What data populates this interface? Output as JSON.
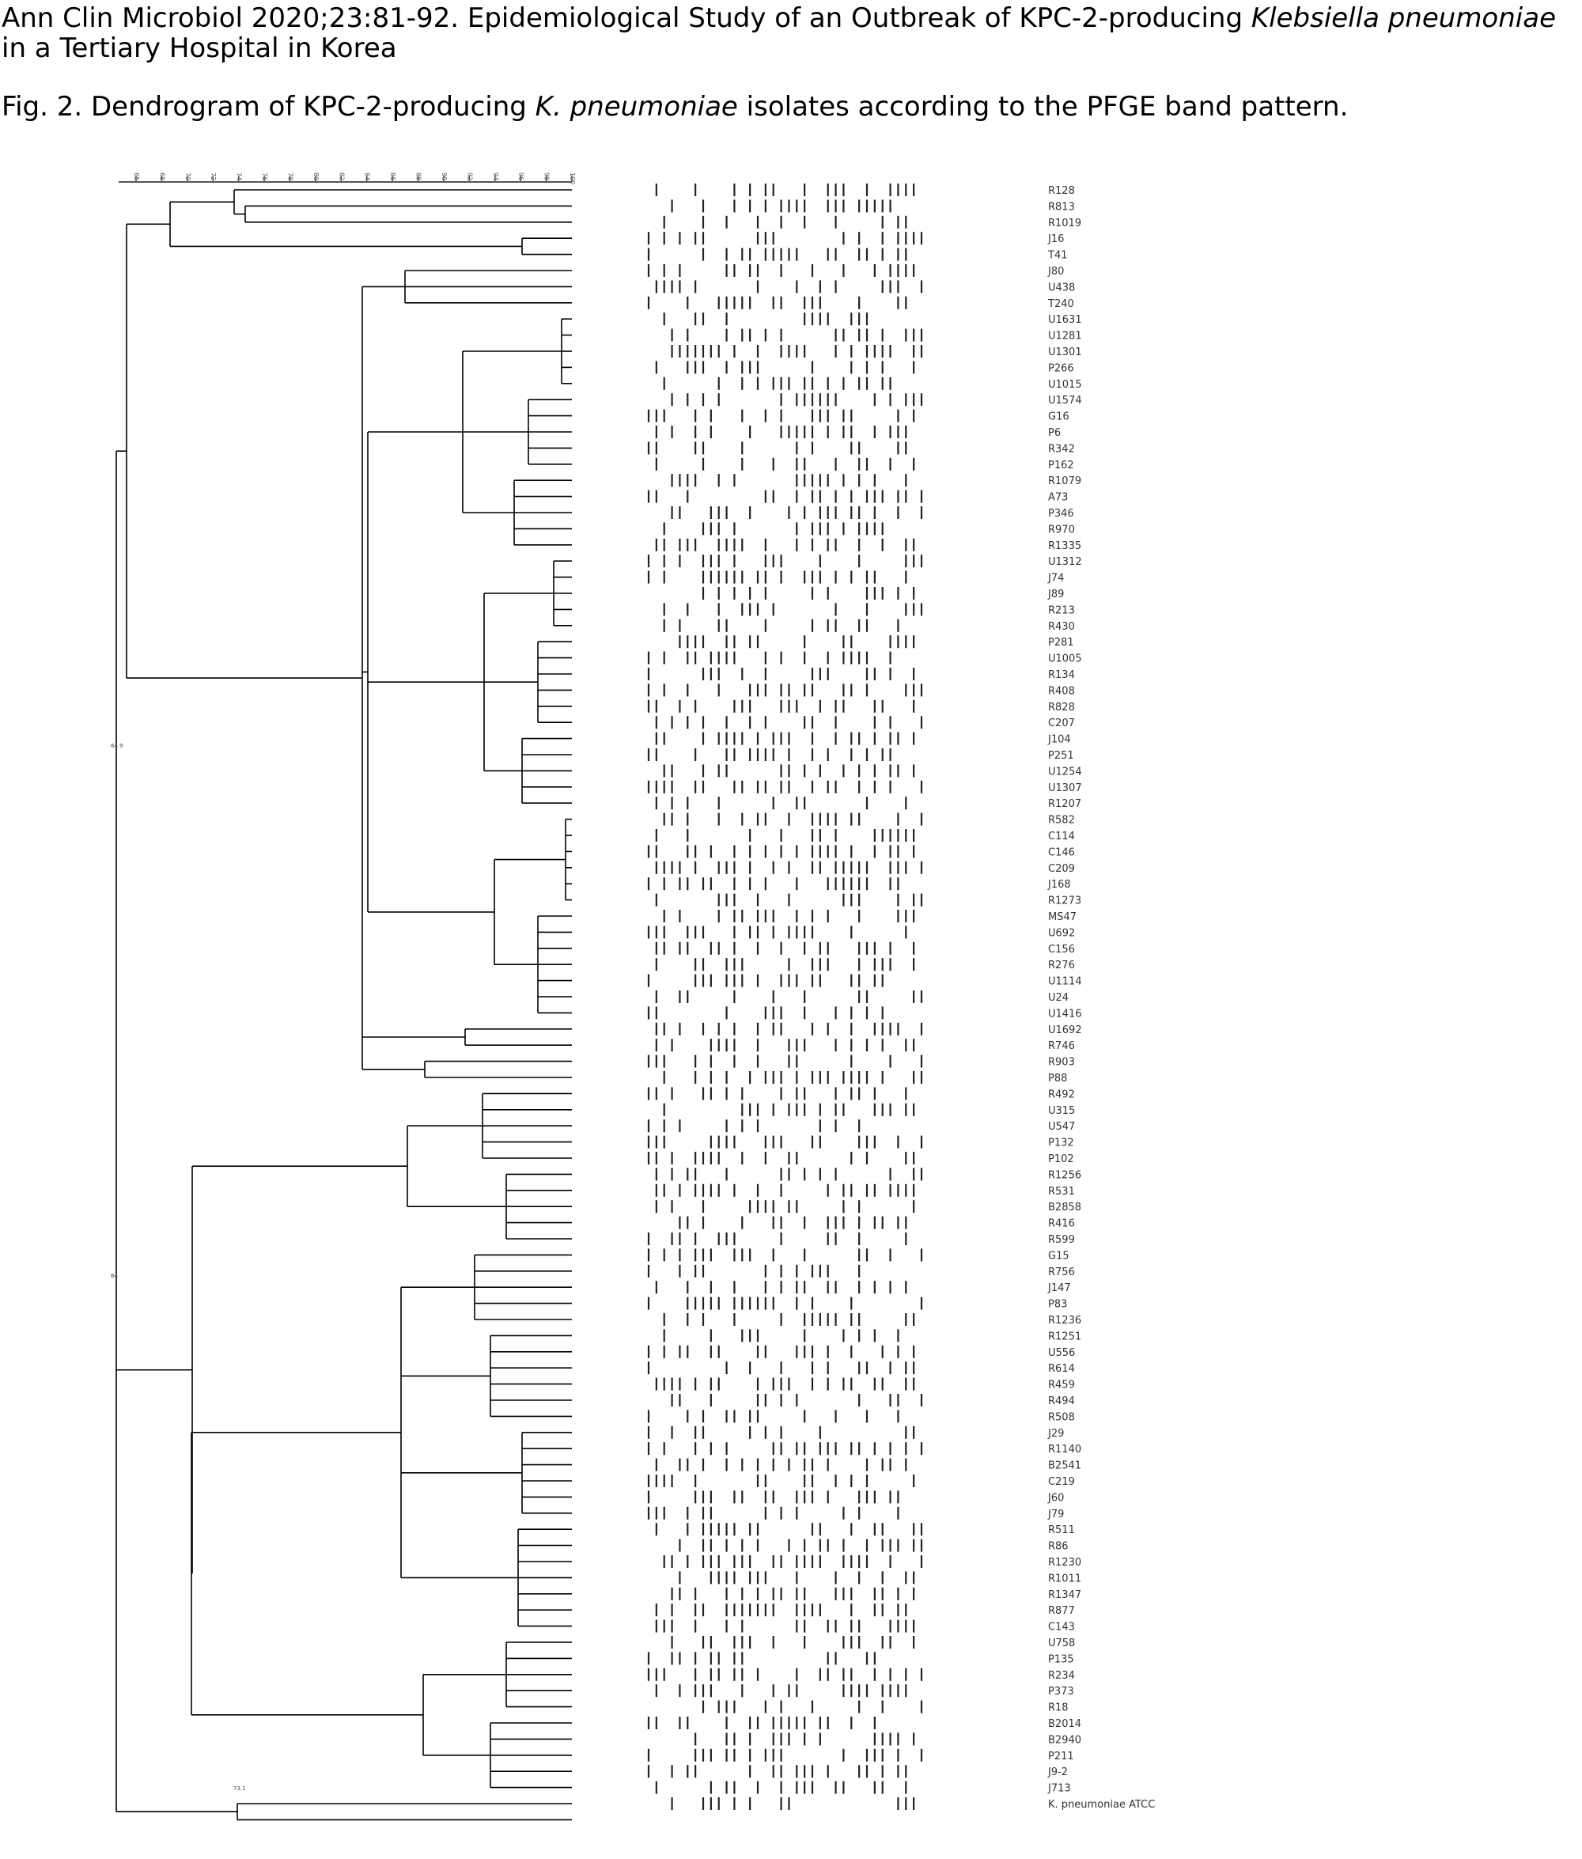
{
  "citation": {
    "prefix": "Ann Clin Microbiol 2020;23:81-92. Epidemiological Study of an Outbreak of KPC-2-producing ",
    "organism": "Klebsiella pneumoniae",
    "suffix": " in a Tertiary Hospital in Korea"
  },
  "caption": {
    "prefix": "Fig. 2. Dendrogram of KPC-2-producing ",
    "organism": "K. pneumoniae",
    "suffix": " isolates according to the PFGE band pattern."
  },
  "figure": {
    "scale_ticks": [
      "65",
      "68",
      "70",
      "72",
      "74",
      "76",
      "78",
      "80",
      "82",
      "84",
      "86",
      "88",
      "90",
      "92",
      "94",
      "96",
      "98",
      "100"
    ],
    "root_nodes": [
      "64.9",
      "64",
      "73.1"
    ],
    "isolates": [
      "R128",
      "R813",
      "R1019",
      "J16",
      "T41",
      "J80",
      "U438",
      "T240",
      "U1631",
      "U1281",
      "U1301",
      "P266",
      "U1015",
      "U1574",
      "G16",
      "P6",
      "R342",
      "P162",
      "R1079",
      "A73",
      "P346",
      "R970",
      "R1335",
      "U1312",
      "J74",
      "J89",
      "R213",
      "R430",
      "P281",
      "U1005",
      "R134",
      "R408",
      "R828",
      "C207",
      "J104",
      "P251",
      "U1254",
      "U1307",
      "R1207",
      "R582",
      "C114",
      "C146",
      "C209",
      "J168",
      "R1273",
      "MS47",
      "U692",
      "C156",
      "R276",
      "U1114",
      "U24",
      "U1416",
      "U1692",
      "R746",
      "R903",
      "P88",
      "R492",
      "U315",
      "U547",
      "P132",
      "P102",
      "R1256",
      "R531",
      "B2858",
      "R416",
      "R599",
      "G15",
      "R756",
      "J147",
      "P83",
      "R1236",
      "R1251",
      "U556",
      "R614",
      "R459",
      "R494",
      "R508",
      "J29",
      "R1140",
      "B2541",
      "C219",
      "J60",
      "J79",
      "R511",
      "R86",
      "R1230",
      "R1011",
      "R1347",
      "R877",
      "C143",
      "U758",
      "P135",
      "R234",
      "P373",
      "R18",
      "B2014",
      "B2940",
      "P211",
      "J9-2",
      "J713",
      "K. pneumoniae ATCC"
    ]
  }
}
